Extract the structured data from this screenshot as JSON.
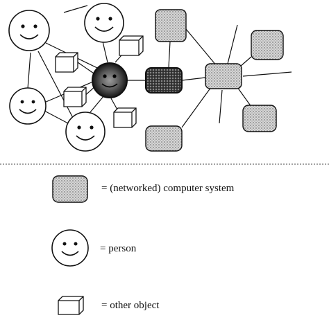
{
  "legend": {
    "computer_label": "= (networked) computer system",
    "person_label": "= person",
    "object_label": "= other object"
  },
  "colors": {
    "ink": "#111111",
    "computer_fill": "#d0d0d0",
    "computer_dots": "#8a8a8a",
    "highlight_dark": "#2a2a2a"
  },
  "icons": [
    "person-face-icon",
    "computer-system-icon",
    "other-object-cube-icon"
  ]
}
